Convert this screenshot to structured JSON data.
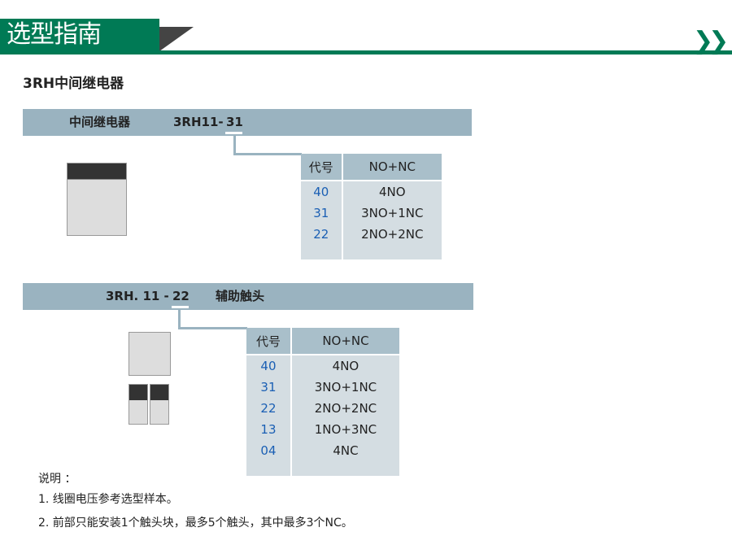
{
  "header": {
    "title": "选型指南",
    "arrows": "❯❯"
  },
  "section_title": "3RH中间继电器",
  "relay": {
    "band_label": "中间继电器",
    "model_prefix": "3RH11-",
    "model_code": "31",
    "table": {
      "headers": [
        "代号",
        "NO+NC"
      ],
      "rows": [
        [
          "40",
          "4NO"
        ],
        [
          "31",
          "3NO+1NC"
        ],
        [
          "22",
          "2NO+2NC"
        ]
      ]
    }
  },
  "aux": {
    "model_prefix": "3RH. 11 -",
    "model_code": "22",
    "band_label": "辅助触头",
    "table": {
      "headers": [
        "代号",
        "NO+NC"
      ],
      "rows": [
        [
          "40",
          "4NO"
        ],
        [
          "31",
          "3NO+1NC"
        ],
        [
          "22",
          "2NO+2NC"
        ],
        [
          "13",
          "1NO+3NC"
        ],
        [
          "04",
          "4NC"
        ]
      ]
    }
  },
  "notes": {
    "title": "说明 ：",
    "items": [
      "1. 线圈电压参考选型样本。",
      "2. 前部只能安装1个触头块，最多5个触头，其中最多3个NC。"
    ]
  }
}
